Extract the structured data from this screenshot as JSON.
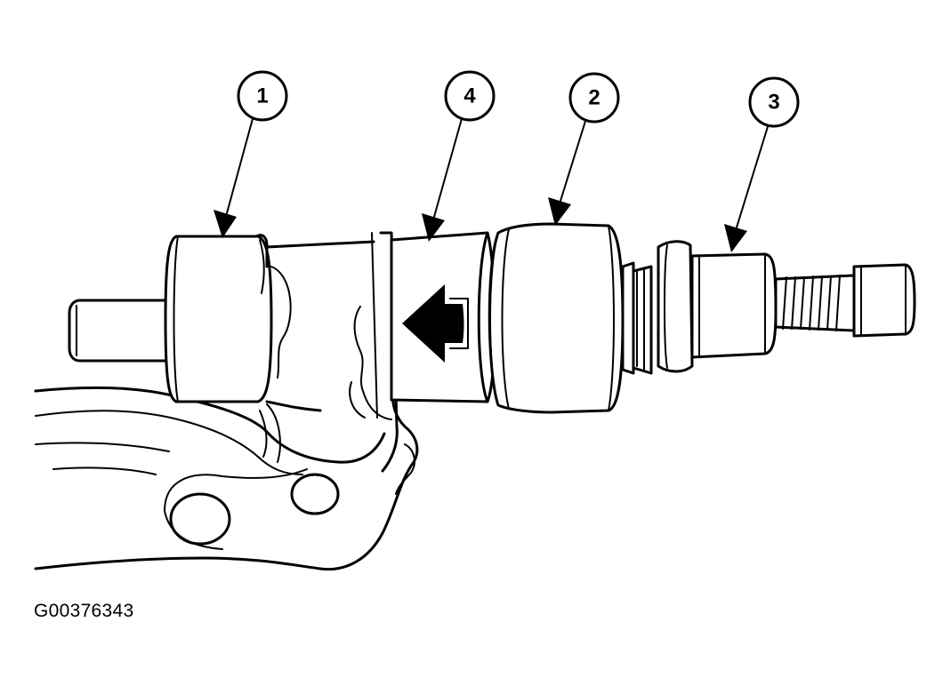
{
  "callouts": [
    {
      "id": "1",
      "label": "1"
    },
    {
      "id": "4",
      "label": "4"
    },
    {
      "id": "2",
      "label": "2"
    },
    {
      "id": "3",
      "label": "3"
    }
  ],
  "figure_id": "G00376343"
}
